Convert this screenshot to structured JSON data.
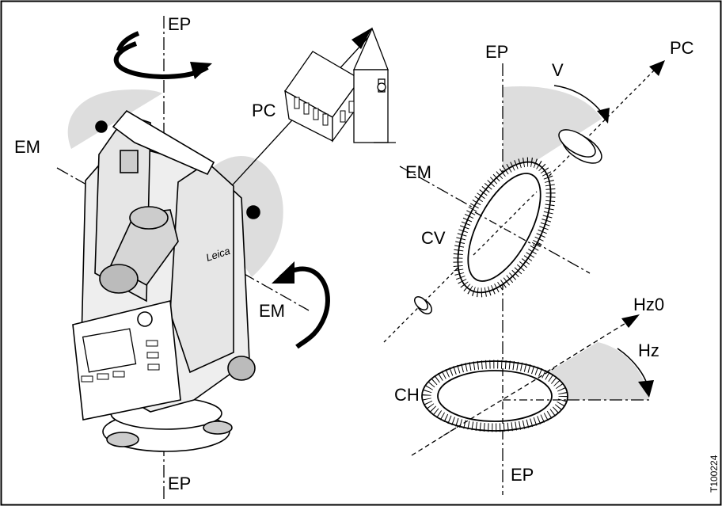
{
  "labels": {
    "ep_top_left": "EP",
    "ep_bottom_left": "EP",
    "ep_top_right": "EP",
    "ep_bottom_right": "EP",
    "em_left": "EM",
    "em_mid": "EM",
    "em_right": "EM",
    "pc_left": "PC",
    "pc_right": "PC",
    "v": "V",
    "cv": "CV",
    "ch": "CH",
    "hz0": "Hz0",
    "hz": "Hz"
  },
  "instrument": {
    "brand": "Leica"
  },
  "figure_code": "T100224",
  "colors": {
    "shade": "#dddddd",
    "line": "#000000",
    "background": "#ffffff"
  }
}
